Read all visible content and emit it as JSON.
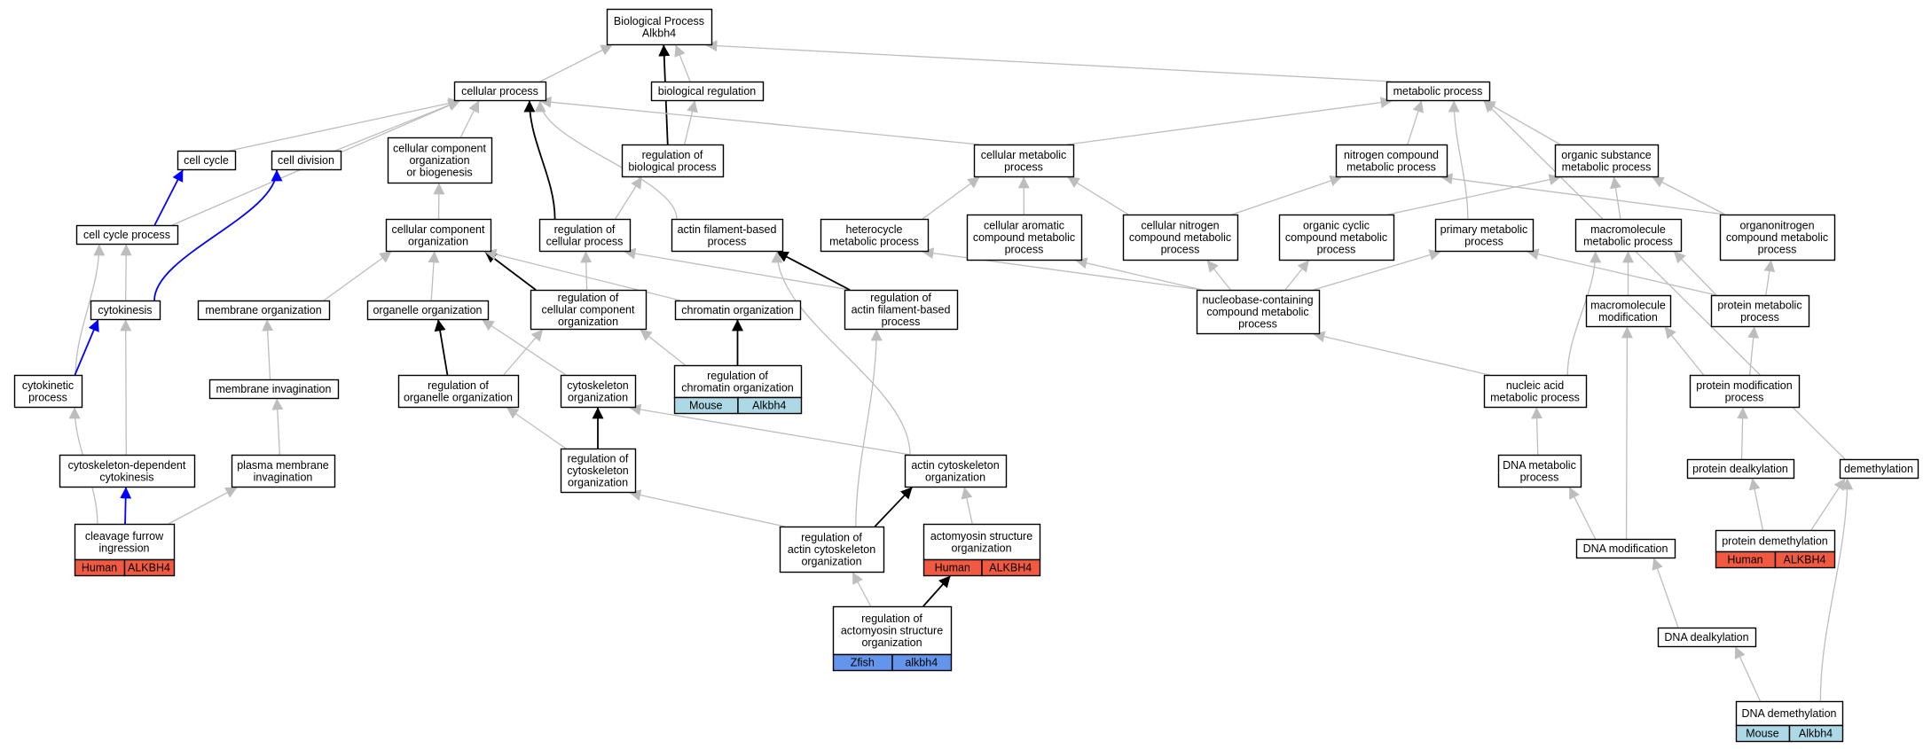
{
  "colors": {
    "edge_gray": "#bdbdbd",
    "edge_black": "#000000",
    "edge_blue": "#0000ff",
    "human": "#f15a40",
    "mouse": "#add8e6",
    "zfish": "#6495ed"
  },
  "nodes": [
    {
      "id": "bp",
      "lines": [
        "Biological Process",
        "Alkbh4"
      ]
    },
    {
      "id": "cellular_process",
      "lines": [
        "cellular process"
      ]
    },
    {
      "id": "biological_regulation",
      "lines": [
        "biological regulation"
      ]
    },
    {
      "id": "metabolic_process",
      "lines": [
        "metabolic process"
      ]
    },
    {
      "id": "cell_cycle",
      "lines": [
        "cell cycle"
      ]
    },
    {
      "id": "cell_division",
      "lines": [
        "cell division"
      ]
    },
    {
      "id": "ccob",
      "lines": [
        "cellular component",
        "organization",
        "or biogenesis"
      ]
    },
    {
      "id": "reg_bio_proc",
      "lines": [
        "regulation of",
        "biological process"
      ]
    },
    {
      "id": "cellular_metabolic",
      "lines": [
        "cellular metabolic",
        "process"
      ]
    },
    {
      "id": "nitrogen_compound",
      "lines": [
        "nitrogen compound",
        "metabolic process"
      ]
    },
    {
      "id": "organic_substance",
      "lines": [
        "organic substance",
        "metabolic process"
      ]
    },
    {
      "id": "cell_cycle_process",
      "lines": [
        "cell cycle process"
      ]
    },
    {
      "id": "cco",
      "lines": [
        "cellular component",
        "organization"
      ]
    },
    {
      "id": "reg_cell_proc",
      "lines": [
        "regulation of",
        "cellular process"
      ]
    },
    {
      "id": "actin_fil",
      "lines": [
        "actin filament-based",
        "process"
      ]
    },
    {
      "id": "heterocycle",
      "lines": [
        "heterocycle",
        "metabolic process"
      ]
    },
    {
      "id": "cell_aromatic",
      "lines": [
        "cellular aromatic",
        "compound metabolic",
        "process"
      ]
    },
    {
      "id": "cell_nitrogen",
      "lines": [
        "cellular nitrogen",
        "compound metabolic",
        "process"
      ]
    },
    {
      "id": "organic_cyclic",
      "lines": [
        "organic cyclic",
        "compound metabolic",
        "process"
      ]
    },
    {
      "id": "primary_metabolic",
      "lines": [
        "primary metabolic",
        "process"
      ]
    },
    {
      "id": "macromolecule_met",
      "lines": [
        "macromolecule",
        "metabolic process"
      ]
    },
    {
      "id": "organonitrogen",
      "lines": [
        "organonitrogen",
        "compound metabolic",
        "process"
      ]
    },
    {
      "id": "cytokinesis",
      "lines": [
        "cytokinesis"
      ]
    },
    {
      "id": "membrane_org",
      "lines": [
        "membrane organization"
      ]
    },
    {
      "id": "organelle_org",
      "lines": [
        "organelle organization"
      ]
    },
    {
      "id": "reg_cco",
      "lines": [
        "regulation of",
        "cellular component",
        "organization"
      ]
    },
    {
      "id": "chromatin_org",
      "lines": [
        "chromatin organization"
      ]
    },
    {
      "id": "reg_actin_fil",
      "lines": [
        "regulation of",
        "actin filament-based",
        "process"
      ]
    },
    {
      "id": "nucleobase",
      "lines": [
        "nucleobase-containing",
        "compound metabolic",
        "process"
      ]
    },
    {
      "id": "macro_mod",
      "lines": [
        "macromolecule",
        "modification"
      ]
    },
    {
      "id": "protein_metabolic",
      "lines": [
        "protein metabolic",
        "process"
      ]
    },
    {
      "id": "cytokinetic",
      "lines": [
        "cytokinetic",
        "process"
      ]
    },
    {
      "id": "membrane_invag",
      "lines": [
        "membrane invagination"
      ]
    },
    {
      "id": "reg_organelle",
      "lines": [
        "regulation of",
        "organelle organization"
      ]
    },
    {
      "id": "cytoskeleton_org",
      "lines": [
        "cytoskeleton",
        "organization"
      ]
    },
    {
      "id": "reg_chromatin",
      "lines": [
        "regulation of",
        "chromatin organization"
      ],
      "tags": [
        {
          "species": "Mouse",
          "gene": "Alkbh4"
        }
      ]
    },
    {
      "id": "nucleic_acid",
      "lines": [
        "nucleic acid",
        "metabolic process"
      ]
    },
    {
      "id": "protein_mod",
      "lines": [
        "protein modification",
        "process"
      ]
    },
    {
      "id": "cyto_dep_cytokinesis",
      "lines": [
        "cytoskeleton-dependent",
        "cytokinesis"
      ]
    },
    {
      "id": "plasma_invag",
      "lines": [
        "plasma membrane",
        "invagination"
      ]
    },
    {
      "id": "reg_cytoskeleton",
      "lines": [
        "regulation of",
        "cytoskeleton",
        "organization"
      ]
    },
    {
      "id": "actin_cytoskeleton",
      "lines": [
        "actin cytoskeleton",
        "organization"
      ]
    },
    {
      "id": "dna_metabolic",
      "lines": [
        "DNA metabolic",
        "process"
      ]
    },
    {
      "id": "protein_dealk",
      "lines": [
        "protein dealkylation"
      ]
    },
    {
      "id": "demethylation",
      "lines": [
        "demethylation"
      ]
    },
    {
      "id": "cleavage",
      "lines": [
        "cleavage furrow",
        "ingression"
      ],
      "tags": [
        {
          "species": "Human",
          "gene": "ALKBH4"
        }
      ]
    },
    {
      "id": "reg_actin_cyto",
      "lines": [
        "regulation of",
        "actin cytoskeleton",
        "organization"
      ]
    },
    {
      "id": "actomyosin",
      "lines": [
        "actomyosin structure",
        "organization"
      ],
      "tags": [
        {
          "species": "Human",
          "gene": "ALKBH4"
        }
      ]
    },
    {
      "id": "dna_mod",
      "lines": [
        "DNA modification"
      ]
    },
    {
      "id": "protein_demeth",
      "lines": [
        "protein demethylation"
      ],
      "tags": [
        {
          "species": "Human",
          "gene": "ALKBH4"
        }
      ]
    },
    {
      "id": "reg_actomyosin",
      "lines": [
        "regulation of",
        "actomyosin structure",
        "organization"
      ],
      "tags": [
        {
          "species": "Zfish",
          "gene": "alkbh4"
        }
      ]
    },
    {
      "id": "dna_dealk",
      "lines": [
        "DNA dealkylation"
      ]
    },
    {
      "id": "dna_demeth",
      "lines": [
        "DNA demethylation"
      ],
      "tags": [
        {
          "species": "Mouse",
          "gene": "Alkbh4"
        }
      ]
    }
  ],
  "edges": [
    {
      "from": "cellular_process",
      "to": "bp",
      "kind": "gray"
    },
    {
      "from": "biological_regulation",
      "to": "bp",
      "kind": "gray"
    },
    {
      "from": "metabolic_process",
      "to": "bp",
      "kind": "gray"
    },
    {
      "from": "reg_bio_proc",
      "to": "bp",
      "kind": "black"
    },
    {
      "from": "reg_bio_proc",
      "to": "biological_regulation",
      "kind": "gray"
    },
    {
      "from": "cell_cycle",
      "to": "cellular_process",
      "kind": "gray"
    },
    {
      "from": "cell_division",
      "to": "cellular_process",
      "kind": "gray"
    },
    {
      "from": "ccob",
      "to": "cellular_process",
      "kind": "gray"
    },
    {
      "from": "cell_cycle_process",
      "to": "cellular_process",
      "kind": "gray"
    },
    {
      "from": "cellular_metabolic",
      "to": "cellular_process",
      "kind": "gray"
    },
    {
      "from": "reg_cell_proc",
      "to": "cellular_process",
      "kind": "black"
    },
    {
      "from": "actin_fil",
      "to": "cellular_process",
      "kind": "gray"
    },
    {
      "from": "reg_cell_proc",
      "to": "reg_bio_proc",
      "kind": "gray"
    },
    {
      "from": "cellular_metabolic",
      "to": "metabolic_process",
      "kind": "gray"
    },
    {
      "from": "nitrogen_compound",
      "to": "metabolic_process",
      "kind": "gray"
    },
    {
      "from": "organic_substance",
      "to": "metabolic_process",
      "kind": "gray"
    },
    {
      "from": "primary_metabolic",
      "to": "metabolic_process",
      "kind": "gray"
    },
    {
      "from": "demethylation",
      "to": "metabolic_process",
      "kind": "gray"
    },
    {
      "from": "cell_cycle_process",
      "to": "cell_cycle",
      "kind": "blue"
    },
    {
      "from": "cytokinesis",
      "to": "cell_division",
      "kind": "blue"
    },
    {
      "from": "cco",
      "to": "ccob",
      "kind": "gray"
    },
    {
      "from": "heterocycle",
      "to": "cellular_metabolic",
      "kind": "gray"
    },
    {
      "from": "cell_aromatic",
      "to": "cellular_metabolic",
      "kind": "gray"
    },
    {
      "from": "cell_nitrogen",
      "to": "cellular_metabolic",
      "kind": "gray"
    },
    {
      "from": "cell_nitrogen",
      "to": "nitrogen_compound",
      "kind": "gray"
    },
    {
      "from": "organonitrogen",
      "to": "nitrogen_compound",
      "kind": "gray"
    },
    {
      "from": "organic_cyclic",
      "to": "organic_substance",
      "kind": "gray"
    },
    {
      "from": "macromolecule_met",
      "to": "organic_substance",
      "kind": "gray"
    },
    {
      "from": "organonitrogen",
      "to": "organic_substance",
      "kind": "gray"
    },
    {
      "from": "cytokinesis",
      "to": "cell_cycle_process",
      "kind": "gray"
    },
    {
      "from": "cytokinetic",
      "to": "cell_cycle_process",
      "kind": "gray"
    },
    {
      "from": "membrane_org",
      "to": "cco",
      "kind": "gray"
    },
    {
      "from": "organelle_org",
      "to": "cco",
      "kind": "gray"
    },
    {
      "from": "reg_cco",
      "to": "cco",
      "kind": "black"
    },
    {
      "from": "chromatin_org",
      "to": "cco",
      "kind": "gray"
    },
    {
      "from": "reg_cco",
      "to": "reg_cell_proc",
      "kind": "gray"
    },
    {
      "from": "reg_actin_fil",
      "to": "reg_cell_proc",
      "kind": "gray"
    },
    {
      "from": "reg_actin_fil",
      "to": "actin_fil",
      "kind": "black"
    },
    {
      "from": "actin_cytoskeleton",
      "to": "actin_fil",
      "kind": "gray"
    },
    {
      "from": "nucleobase",
      "to": "heterocycle",
      "kind": "gray"
    },
    {
      "from": "nucleobase",
      "to": "cell_aromatic",
      "kind": "gray"
    },
    {
      "from": "nucleobase",
      "to": "cell_nitrogen",
      "kind": "gray"
    },
    {
      "from": "nucleobase",
      "to": "organic_cyclic",
      "kind": "gray"
    },
    {
      "from": "nucleobase",
      "to": "primary_metabolic",
      "kind": "gray"
    },
    {
      "from": "protein_metabolic",
      "to": "primary_metabolic",
      "kind": "gray"
    },
    {
      "from": "macro_mod",
      "to": "macromolecule_met",
      "kind": "gray"
    },
    {
      "from": "protein_metabolic",
      "to": "macromolecule_met",
      "kind": "gray"
    },
    {
      "from": "nucleic_acid",
      "to": "macromolecule_met",
      "kind": "gray"
    },
    {
      "from": "protein_metabolic",
      "to": "organonitrogen",
      "kind": "gray"
    },
    {
      "from": "cytokinetic",
      "to": "cytokinesis",
      "kind": "blue"
    },
    {
      "from": "cyto_dep_cytokinesis",
      "to": "cytokinesis",
      "kind": "gray"
    },
    {
      "from": "membrane_invag",
      "to": "membrane_org",
      "kind": "gray"
    },
    {
      "from": "reg_organelle",
      "to": "organelle_org",
      "kind": "black"
    },
    {
      "from": "cytoskeleton_org",
      "to": "organelle_org",
      "kind": "gray"
    },
    {
      "from": "reg_organelle",
      "to": "reg_cco",
      "kind": "gray"
    },
    {
      "from": "reg_chromatin",
      "to": "reg_cco",
      "kind": "gray"
    },
    {
      "from": "reg_chromatin",
      "to": "chromatin_org",
      "kind": "black"
    },
    {
      "from": "reg_actin_cyto",
      "to": "reg_actin_fil",
      "kind": "gray"
    },
    {
      "from": "nucleic_acid",
      "to": "nucleobase",
      "kind": "gray"
    },
    {
      "from": "dna_mod",
      "to": "macro_mod",
      "kind": "gray"
    },
    {
      "from": "protein_mod",
      "to": "macro_mod",
      "kind": "gray"
    },
    {
      "from": "protein_mod",
      "to": "protein_metabolic",
      "kind": "gray"
    },
    {
      "from": "cleavage",
      "to": "cytokinetic",
      "kind": "gray"
    },
    {
      "from": "plasma_invag",
      "to": "membrane_invag",
      "kind": "gray"
    },
    {
      "from": "reg_cytoskeleton",
      "to": "reg_organelle",
      "kind": "gray"
    },
    {
      "from": "reg_cytoskeleton",
      "to": "cytoskeleton_org",
      "kind": "black"
    },
    {
      "from": "actin_cytoskeleton",
      "to": "cytoskeleton_org",
      "kind": "gray"
    },
    {
      "from": "dna_metabolic",
      "to": "nucleic_acid",
      "kind": "gray"
    },
    {
      "from": "protein_dealk",
      "to": "protein_mod",
      "kind": "gray"
    },
    {
      "from": "cleavage",
      "to": "cyto_dep_cytokinesis",
      "kind": "blue"
    },
    {
      "from": "cleavage",
      "to": "plasma_invag",
      "kind": "gray"
    },
    {
      "from": "reg_actin_cyto",
      "to": "reg_cytoskeleton",
      "kind": "gray"
    },
    {
      "from": "reg_actin_cyto",
      "to": "actin_cytoskeleton",
      "kind": "black"
    },
    {
      "from": "actomyosin",
      "to": "actin_cytoskeleton",
      "kind": "gray"
    },
    {
      "from": "dna_mod",
      "to": "dna_metabolic",
      "kind": "gray"
    },
    {
      "from": "protein_demeth",
      "to": "protein_dealk",
      "kind": "gray"
    },
    {
      "from": "protein_demeth",
      "to": "demethylation",
      "kind": "gray"
    },
    {
      "from": "reg_actomyosin",
      "to": "reg_actin_cyto",
      "kind": "gray"
    },
    {
      "from": "reg_actomyosin",
      "to": "actomyosin",
      "kind": "black"
    },
    {
      "from": "dna_dealk",
      "to": "dna_mod",
      "kind": "gray"
    },
    {
      "from": "dna_demeth",
      "to": "dna_dealk",
      "kind": "gray"
    },
    {
      "from": "dna_demeth",
      "to": "demethylation",
      "kind": "gray"
    }
  ]
}
